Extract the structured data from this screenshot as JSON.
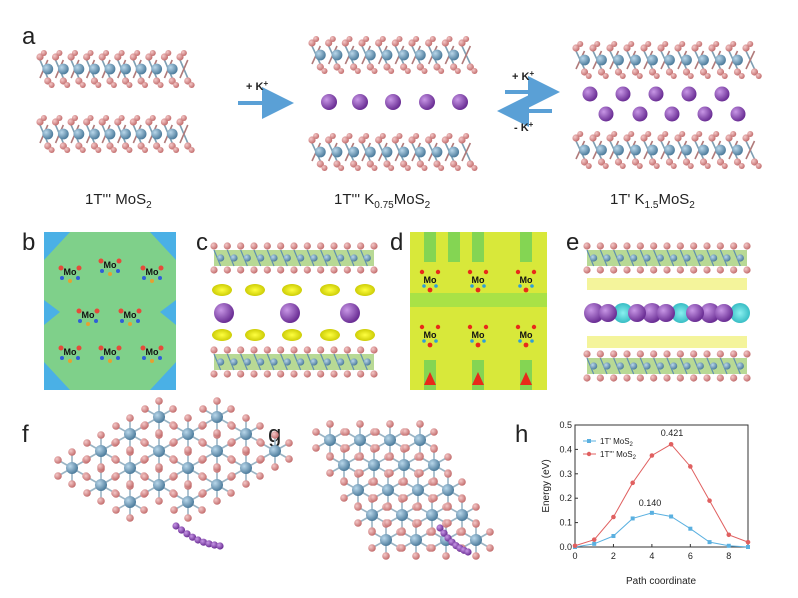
{
  "panels": {
    "a": "a",
    "b": "b",
    "c": "c",
    "d": "d",
    "e": "e",
    "f": "f",
    "g": "g",
    "h": "h"
  },
  "panel_a": {
    "struct1": {
      "pre": "1T''' MoS",
      "sub": "2"
    },
    "struct2": {
      "pre": "1T''' K",
      "sub1": "0.75",
      "mid": "MoS",
      "sub2": "2"
    },
    "struct3": {
      "pre": "1T' K",
      "sub1": "1.5",
      "mid": "MoS",
      "sub2": "2"
    },
    "arrow1": "+ K",
    "arrow2_top": "+ K",
    "arrow2_bottom": "- K",
    "sup": "+"
  },
  "mo_label": "Mo",
  "colors": {
    "mo_atom": "#5f8fb0",
    "s_atom": "#d98d8d",
    "k_atom": "#8d4fb5",
    "arrow": "#5aa0d6",
    "series_1T_prime": "#5ab0e0",
    "series_1T_tprime": "#e06060"
  },
  "chart_data": {
    "type": "line",
    "xlabel": "Path coordinate",
    "ylabel": "Energy (eV)",
    "xlim": [
      0,
      9
    ],
    "ylim": [
      0,
      0.5
    ],
    "xticks": [
      0,
      2,
      4,
      6,
      8
    ],
    "yticks": [
      0.0,
      0.1,
      0.2,
      0.3,
      0.4,
      0.5
    ],
    "series": [
      {
        "name": "1T' MoS2",
        "name_pre": "1T' MoS",
        "name_sub": "2",
        "x": [
          0,
          1,
          2,
          3,
          4,
          5,
          6,
          7,
          8,
          9
        ],
        "y": [
          0.0,
          0.013,
          0.045,
          0.117,
          0.14,
          0.125,
          0.075,
          0.02,
          0.005,
          0.0
        ],
        "color": "#5ab0e0",
        "marker": "square"
      },
      {
        "name": "1T''' MoS2",
        "name_pre": "1T''' MoS",
        "name_sub": "2",
        "x": [
          0,
          1,
          2,
          3,
          4,
          5,
          6,
          7,
          8,
          9
        ],
        "y": [
          0.005,
          0.03,
          0.123,
          0.263,
          0.375,
          0.421,
          0.33,
          0.19,
          0.05,
          0.02
        ],
        "color": "#e06060",
        "marker": "circle"
      }
    ],
    "annotations": [
      {
        "text": "0.421",
        "x": 5,
        "y": 0.421
      },
      {
        "text": "0.140",
        "x": 4,
        "y": 0.14
      }
    ],
    "legend": "top-left",
    "grid": false
  }
}
